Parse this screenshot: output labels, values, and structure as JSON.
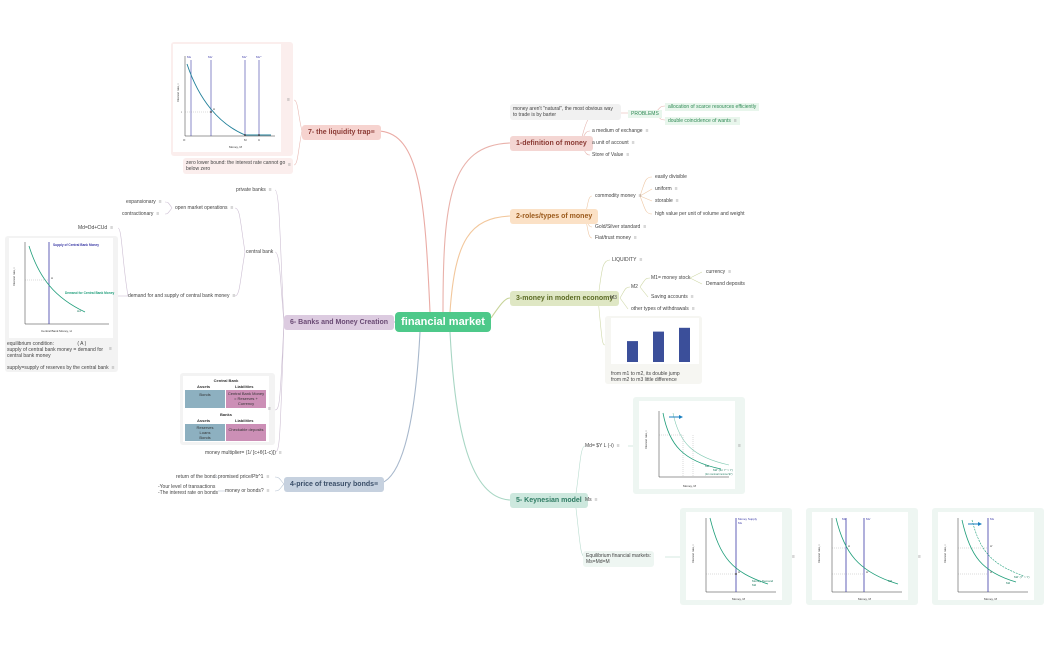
{
  "root": "financial market",
  "t1": {
    "title": "1-definition of money",
    "barter": "money aren't \"natural\", the most obvious way to trade is by barter",
    "problems": "PROBLEMS",
    "p1": "allocation of scarce resources efficiently",
    "p2": "double coincidence of wants",
    "items": [
      "a medium of exchange",
      "a unit of account",
      "Store of Value"
    ]
  },
  "t2": {
    "title": "2-roles/types of money",
    "commodity": "commodity money",
    "props": [
      "easily divisible",
      "uniform",
      "storable",
      "high value per unit of volume and weight"
    ],
    "gold": "Gold/Silver standard",
    "fiat": "Fiat/trust money"
  },
  "t3": {
    "title": "3-money in modern economy",
    "liquidity": "LIQUIDITY",
    "m3": "M3",
    "m2": "M2",
    "m1": "M1= money stock",
    "currency": "currency",
    "demand": "Demand deposits",
    "saving": "Saving accounts",
    "other": "other types of withdrawals",
    "note1": "from m1 to m2, its double jump",
    "note2": "from m2 to m3 little difference",
    "bars": [
      0.55,
      0.8,
      0.9
    ]
  },
  "t5": {
    "title": "5- Keynesian model",
    "md": "Md= $Y L (-i)",
    "ms": "Ms",
    "eq1": "Equilibrium financial markets:",
    "eq2": "Ms=Md=M",
    "fig_a": {
      "ylabel": "Interest rate, i",
      "xlabel": "Money, M",
      "curve1": "Md",
      "curve2": "Md' (for Y' > Y)",
      "curve3": "(for nominal income $Y)"
    },
    "fig_b": {
      "ylabel": "Interest rate, i",
      "xlabel": "Money, M",
      "supply": "Money Supply",
      "demand": "Money Demand",
      "ms": "Ms",
      "md": "Md",
      "pt": "A"
    },
    "fig_c": {
      "ylabel": "Interest rate, i",
      "xlabel": "Money, M",
      "ms1": "Ms",
      "ms2": "Ms'",
      "md": "Md",
      "pa": "A",
      "pb": "A'"
    },
    "fig_d": {
      "ylabel": "Interest rate, i",
      "xlabel": "Money, M",
      "ms": "Ms",
      "md1": "Md",
      "md2": "Md' (Y' > Y)",
      "pa": "A",
      "pb": "A'"
    }
  },
  "t4": {
    "title": "4-price of treasury bonds",
    "return": "return of the bond:",
    "promised": "promised price/Pb^1",
    "level": "-Your level of transactions",
    "rate": "-The interest rate on bonds",
    "money": "money or bonds?"
  },
  "t6": {
    "title": "6- Banks and Money Creation",
    "private": "private banks",
    "central": "central bank",
    "omo": "open market operations",
    "exp": "expansionary",
    "contr": "contractionary",
    "mdcd": "Md=Dd+CUd",
    "dsup": "demand for and supply of central bank money",
    "eq1": "equilibrium condition:",
    "eqA": "( A )",
    "eq2": "supply of central bank money = demand for central bank money",
    "eq3": "supply=supply of reserves by the central bank",
    "mult": "money multiplier= (1/ [c+θ(1-c)])",
    "fig": {
      "ylabel": "Interest rate, i",
      "xlabel": "Central Bank Money, H",
      "supply": "Supply of Central Bank Money",
      "demand": "Demand for Central Bank Money",
      "hd": "Hd",
      "pt": "A"
    },
    "bs": {
      "cb": "Central Bank",
      "assets": "Assets",
      "liab": "Liabilities",
      "bonds": "Bonds",
      "cbm": "Central Bank Money = Reserves + Currency",
      "banks": "Banks",
      "assets2": "Assets",
      "liab2": "Liabilities",
      "res": "Reserves Loans Bonds",
      "check": "Checkable deposits"
    }
  },
  "t7": {
    "title": "7- the liquidity trap",
    "zlb": "zero lower bound: the interest rate cannot go below zero",
    "fig": {
      "ylabel": "Interest rate, i",
      "xlabel": "Money, M",
      "o": "O",
      "m": "M",
      "c": "C",
      "i": "i",
      "a": "A",
      "ms1": "Ms",
      "ms2": "Ms'",
      "ms3": "Ms''",
      "ms4": "Ms'''"
    }
  },
  "colors": {
    "root": "#4ec98a",
    "t1": "#f4d6d3",
    "t2": "#fbe1c6",
    "t3": "#dfe7c4",
    "t5": "#cde8de",
    "t4": "#c6d1df",
    "t6": "#dccbe0",
    "t7": "#f6d3cf"
  }
}
